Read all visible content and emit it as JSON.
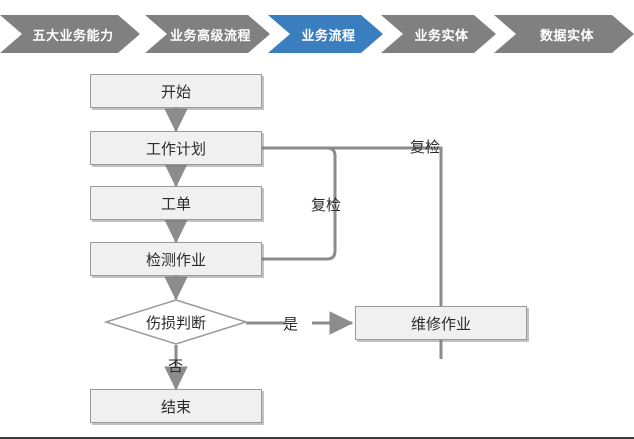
{
  "breadcrumb": {
    "active_color": "#3a7ebf",
    "inactive_color": "#808080",
    "items": [
      {
        "label": "五大业务能力",
        "active": false
      },
      {
        "label": "业务高级流程",
        "active": false
      },
      {
        "label": "业务流程",
        "active": true
      },
      {
        "label": "业务实体",
        "active": false
      },
      {
        "label": "数据实体",
        "active": false
      }
    ]
  },
  "flowchart": {
    "node_fill": "#f0f0f0",
    "node_border": "#9a9a9a",
    "connector_color": "#8c8c8c",
    "nodes": [
      {
        "id": "start",
        "label": "开始",
        "shape": "rect"
      },
      {
        "id": "plan",
        "label": "工作计划",
        "shape": "rect"
      },
      {
        "id": "workorder",
        "label": "工单",
        "shape": "rect"
      },
      {
        "id": "inspect",
        "label": "检测作业",
        "shape": "rect"
      },
      {
        "id": "decide",
        "label": "伤损判断",
        "shape": "diamond"
      },
      {
        "id": "repair",
        "label": "维修作业",
        "shape": "rect"
      },
      {
        "id": "end",
        "label": "结束",
        "shape": "rect"
      }
    ],
    "edge_labels": [
      {
        "id": "recheck-outer",
        "label": "复检"
      },
      {
        "id": "recheck-inner",
        "label": "复检"
      },
      {
        "id": "yes",
        "label": "是"
      },
      {
        "id": "no",
        "label": "否"
      }
    ]
  }
}
